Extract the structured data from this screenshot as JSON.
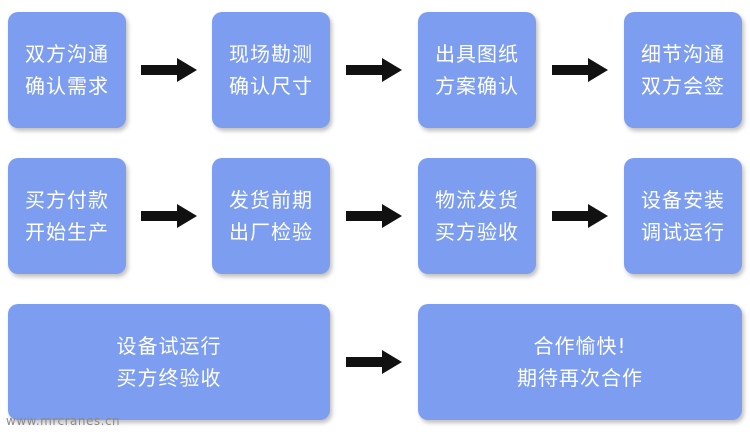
{
  "steps": [
    {
      "line1": "双方沟通",
      "line2": "确认需求"
    },
    {
      "line1": "现场勘测",
      "line2": "确认尺寸"
    },
    {
      "line1": "出具图纸",
      "line2": "方案确认"
    },
    {
      "line1": "细节沟通",
      "line2": "双方会签"
    },
    {
      "line1": "买方付款",
      "line2": "开始生产"
    },
    {
      "line1": "发货前期",
      "line2": "出厂检验"
    },
    {
      "line1": "物流发货",
      "line2": "买方验收"
    },
    {
      "line1": "设备安装",
      "line2": "调试运行"
    },
    {
      "line1": "设备试运行",
      "line2": "买方终验收"
    },
    {
      "line1": "合作愉快!",
      "line2": "期待再次合作"
    }
  ],
  "watermark": "www.mrcranes.cn",
  "colors": {
    "box": "#7c9df0",
    "text": "#ffffff",
    "arrow": "#111111"
  }
}
